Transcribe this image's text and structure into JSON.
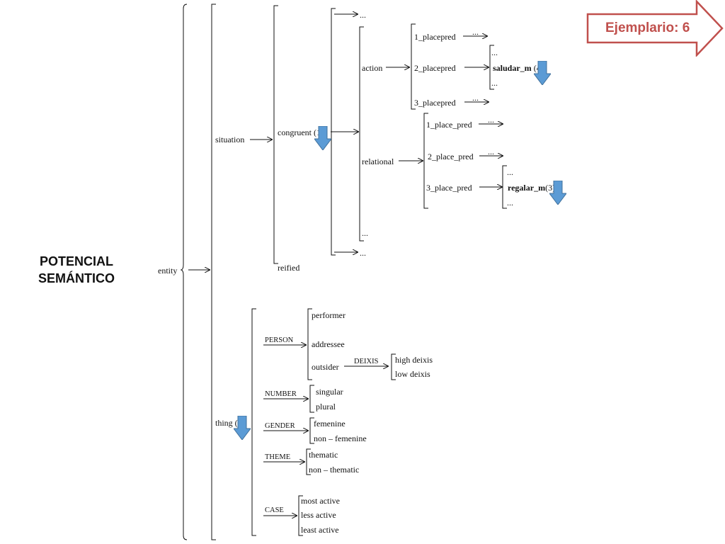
{
  "title": {
    "line1": "POTENCIAL",
    "line2": "SEMÁNTICO"
  },
  "banner": {
    "label": "Ejemplario: 6",
    "color": "#c0504d"
  },
  "marker_color": "#5b9bd5",
  "ellipsis": "...",
  "nodes": {
    "entity": "entity",
    "situation": "situation",
    "thing": "thing",
    "thing_n": "(5)",
    "congruent": "congruent",
    "congruent_n": "(1)",
    "reified": "reified",
    "action": "action",
    "relational": "relational",
    "a1": "1_placepred",
    "a2": "2_placepred",
    "a3": "3_placepred",
    "r1": "1_place_pred",
    "r2": "2_place_pred",
    "r3": "3_place_pred",
    "saludar": "saludar_m",
    "saludar_n": "(4)",
    "regalar": "regalar_m",
    "regalar_n": "(3)"
  },
  "thing_systems": {
    "person": {
      "label": "PERSON",
      "options": [
        "performer",
        "addressee",
        "outsider"
      ]
    },
    "deixis": {
      "label": "DEIXIS",
      "options": [
        "high deixis",
        "low deixis"
      ]
    },
    "number": {
      "label": "NUMBER",
      "options": [
        "singular",
        "plural"
      ]
    },
    "gender": {
      "label": "GENDER",
      "options": [
        "femenine",
        "non – femenine"
      ]
    },
    "theme": {
      "label": "THEME",
      "options": [
        "thematic",
        "non – thematic"
      ]
    },
    "case": {
      "label": "CASE",
      "options": [
        "most active",
        "less active",
        "least active"
      ]
    }
  }
}
